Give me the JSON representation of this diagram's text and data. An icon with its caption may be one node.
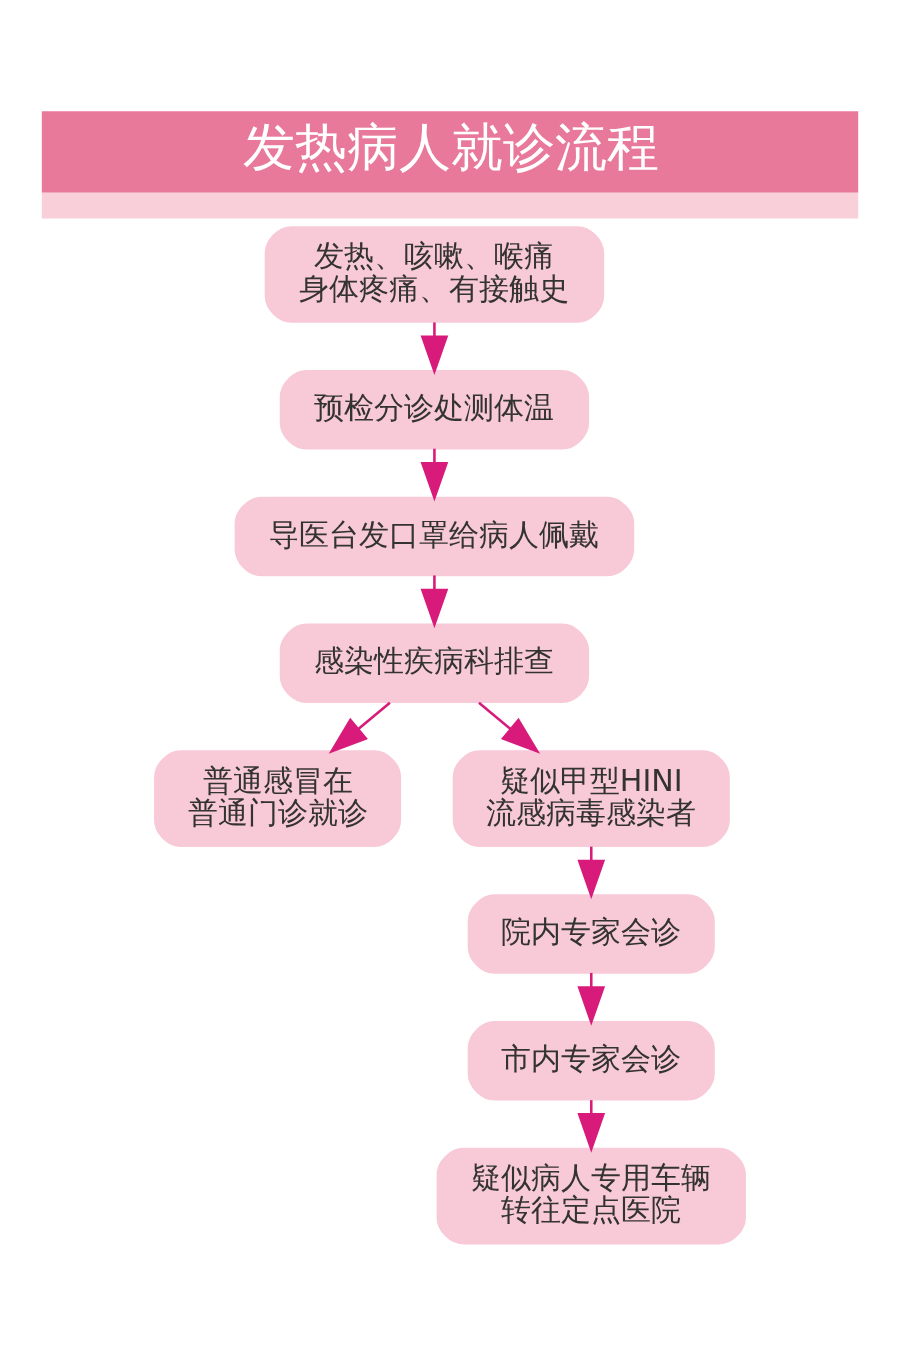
{
  "diagram": {
    "title": "发热病人就诊流程",
    "nodes": [
      {
        "text": [
          "发热、咳嗽、喉痛身体疼痛、有接触史"
        ]
      },
      {
        "text": [
          "预检分诊处测体温"
        ]
      },
      {
        "text": [
          "导医台发口罩给病人佩戴"
        ]
      },
      {
        "text": [
          "感染性疾病科排查"
        ]
      },
      {
        "text": [
          "普通感冒在普通门诊就诊"
        ]
      },
      {
        "text": [
          "疑似甲型HINI流感病毒感染者"
        ]
      },
      {
        "text": [
          "院内专家会诊"
        ]
      },
      {
        "text": [
          "市内专家会诊"
        ]
      },
      {
        "text": [
          "疑似病人专用车辆转往定点医院"
        ]
      }
    ],
    "edges": [
      {
        "from": 0,
        "to": 1,
        "arrow": "to"
      },
      {
        "from": 1,
        "to": 2,
        "arrow": "to"
      },
      {
        "from": 2,
        "to": 3,
        "arrow": "to"
      },
      {
        "from": 3,
        "to": 4,
        "arrow": "to"
      },
      {
        "from": 3,
        "to": 5,
        "arrow": "to"
      },
      {
        "from": 5,
        "to": 6,
        "arrow": "to"
      },
      {
        "from": 6,
        "to": 7,
        "arrow": "to"
      },
      {
        "from": 7,
        "to": 8,
        "arrow": "to"
      }
    ]
  }
}
